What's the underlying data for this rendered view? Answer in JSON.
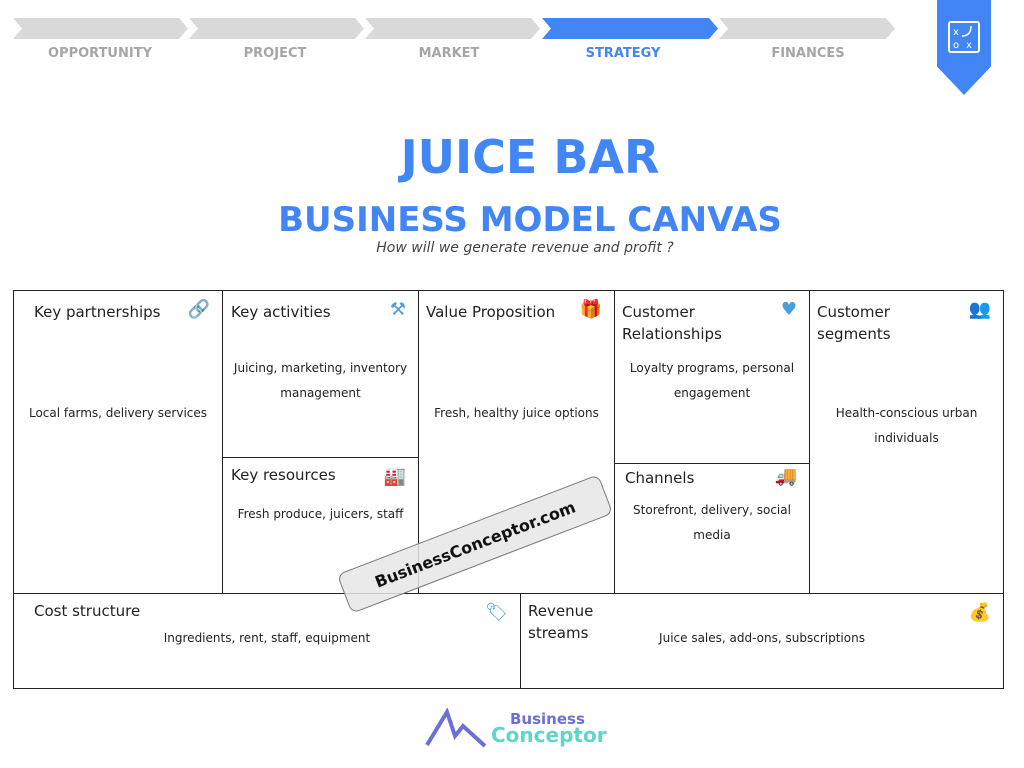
{
  "steps": [
    {
      "label": "OPPORTUNITY"
    },
    {
      "label": "PROJECT"
    },
    {
      "label": "MARKET"
    },
    {
      "label": "STRATEGY",
      "active": true
    },
    {
      "label": "FINANCES"
    }
  ],
  "accent": "#4285f4",
  "header": {
    "title": "JUICE BAR",
    "subtitle": "BUSINESS MODEL CANVAS",
    "question": "How will we generate revenue and profit ?"
  },
  "canvas": {
    "key_partnerships": {
      "label": "Key partnerships",
      "text": "Local farms, delivery services",
      "icon": "link-icon"
    },
    "key_activities": {
      "label": "Key activities",
      "text": "Juicing, marketing, inventory management",
      "icon": "shovel-icon"
    },
    "key_resources": {
      "label": "Key resources",
      "text": "Fresh produce, juicers, staff",
      "icon": "factory-icon"
    },
    "value_proposition": {
      "label": "Value Proposition",
      "text": "Fresh, healthy juice options",
      "icon": "gift-icon"
    },
    "customer_relationships": {
      "label": "Customer Relationships",
      "text": "Loyalty programs, personal engagement",
      "icon": "heart-icon"
    },
    "channels": {
      "label": "Channels",
      "text": "Storefront, delivery, social media",
      "icon": "truck-icon"
    },
    "customer_segments": {
      "label": "Customer segments",
      "text": "Health-conscious urban individuals",
      "icon": "users-icon"
    },
    "cost_structure": {
      "label": "Cost structure",
      "text": "Ingredients, rent, staff, equipment",
      "icon": "tag-icon"
    },
    "revenue_streams": {
      "label": "Revenue streams",
      "text": "Juice sales, add-ons, subscriptions",
      "icon": "money-bag-icon"
    }
  },
  "watermark": "BusinessConceptor.com",
  "logo": {
    "line1": "Business",
    "line2": "Conceptor"
  }
}
